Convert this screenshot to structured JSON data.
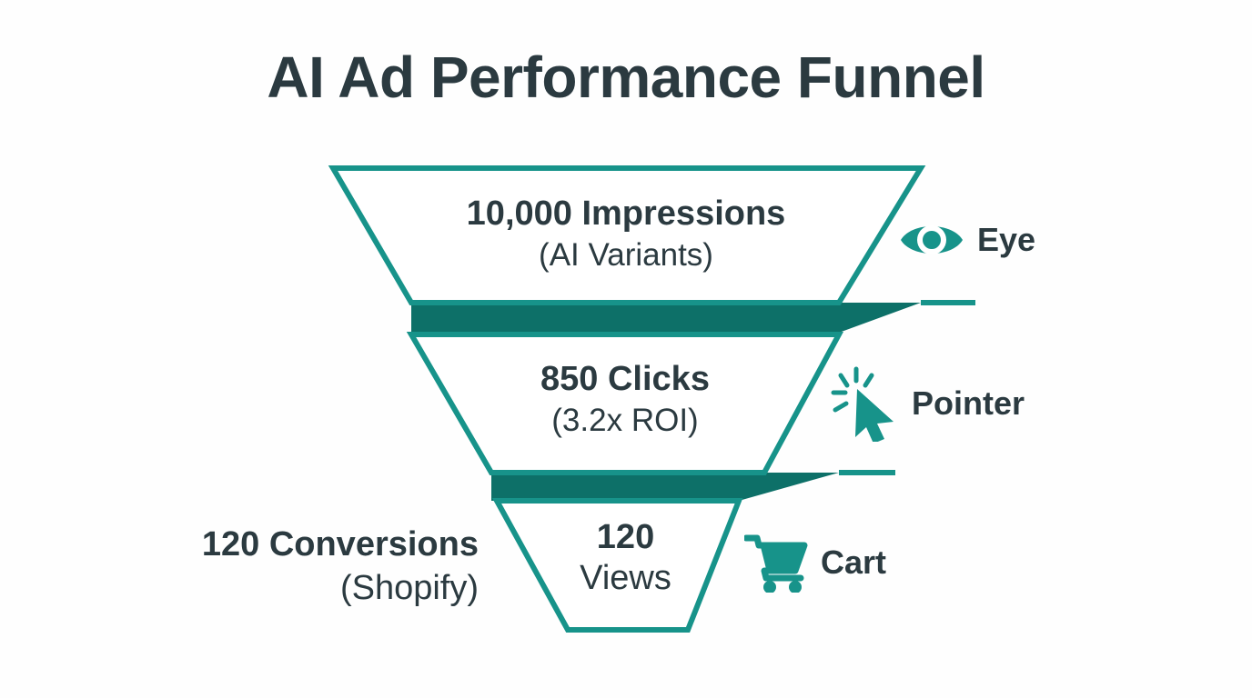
{
  "title": "AI Ad Performance Funnel",
  "colors": {
    "stroke_teal": "#17938a",
    "band_teal": "#0d7068",
    "text_dark": "#2b3a40",
    "background": "#fefefe"
  },
  "chart_data": {
    "type": "funnel",
    "title": "AI Ad Performance Funnel",
    "stages": [
      {
        "name": "impressions",
        "value": 10000,
        "main": "10,000 Impressions",
        "sub": "(AI Variants)",
        "icon": "eye-icon",
        "icon_label": "Eye"
      },
      {
        "name": "clicks",
        "value": 850,
        "main": "850 Clicks",
        "sub": "(3.2x ROI)",
        "icon": "pointer-icon",
        "icon_label": "Pointer"
      },
      {
        "name": "conversions",
        "value": 120,
        "main": "120",
        "sub": "Views",
        "icon": "cart-icon",
        "icon_label": "Cart"
      }
    ],
    "annotations": [
      {
        "name": "conversions-annotation",
        "main": "120 Conversions",
        "sub": "(Shopify)",
        "position": "left"
      }
    ],
    "legend_position": "right",
    "grid": false
  },
  "stage1": {
    "main": "10,000 Impressions",
    "sub": "(AI Variants)"
  },
  "stage2": {
    "main": "850 Clicks",
    "sub": "(3.2x ROI)"
  },
  "stage3": {
    "main": "120",
    "sub": "Views"
  },
  "left_annotation": {
    "main": "120 Conversions",
    "sub": "(Shopify)"
  },
  "icons": {
    "eye": {
      "label": "Eye",
      "glyph": "eye-icon"
    },
    "pointer": {
      "label": "Pointer",
      "glyph": "pointer-icon"
    },
    "cart": {
      "label": "Cart",
      "glyph": "cart-icon"
    }
  }
}
